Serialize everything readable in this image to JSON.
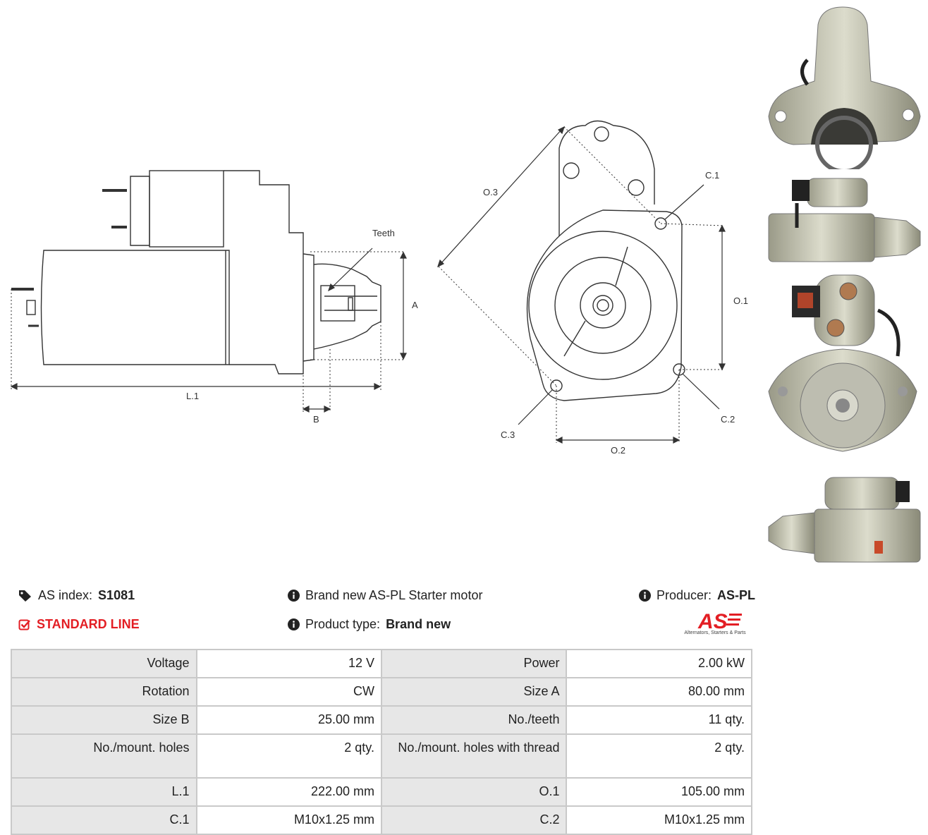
{
  "drawing": {
    "labels": {
      "teeth": "Teeth",
      "a": "A",
      "b": "B",
      "l1": "L.1",
      "o1": "O.1",
      "o2": "O.2",
      "o3": "O.3",
      "c1": "C.1",
      "c2": "C.2",
      "c3": "C.3"
    }
  },
  "header": {
    "as_index_label": "AS index:",
    "as_index_value": "S1081",
    "line": "STANDARD LINE",
    "description": "Brand new AS-PL Starter motor",
    "product_type_label": "Product type:",
    "product_type_value": "Brand new",
    "producer_label": "Producer:",
    "producer_value": "AS-PL",
    "logo_text": "AS",
    "logo_tagline": "Alternators, Starters & Parts"
  },
  "icons": {
    "tags": "tags-icon",
    "check": "check-square-icon",
    "info": "info-circle-icon"
  },
  "colors": {
    "accent": "#e31e24",
    "label_bg": "#e7e7e7",
    "border": "#c9c9c9"
  },
  "specs": [
    {
      "l1": "Voltage",
      "v1": "12 V",
      "l2": "Power",
      "v2": "2.00 kW"
    },
    {
      "l1": "Rotation",
      "v1": "CW",
      "l2": "Size A",
      "v2": "80.00 mm"
    },
    {
      "l1": "Size B",
      "v1": "25.00 mm",
      "l2": "No./teeth",
      "v2": "11 qty."
    },
    {
      "l1": "No./mount. holes",
      "v1": "2 qty.",
      "l2": "No./mount. holes with thread",
      "v2": "2 qty."
    },
    {
      "l1": "L.1",
      "v1": "222.00 mm",
      "l2": "O.1",
      "v2": "105.00 mm"
    },
    {
      "l1": "C.1",
      "v1": "M10x1.25 mm",
      "l2": "C.2",
      "v2": "M10x1.25 mm"
    }
  ]
}
